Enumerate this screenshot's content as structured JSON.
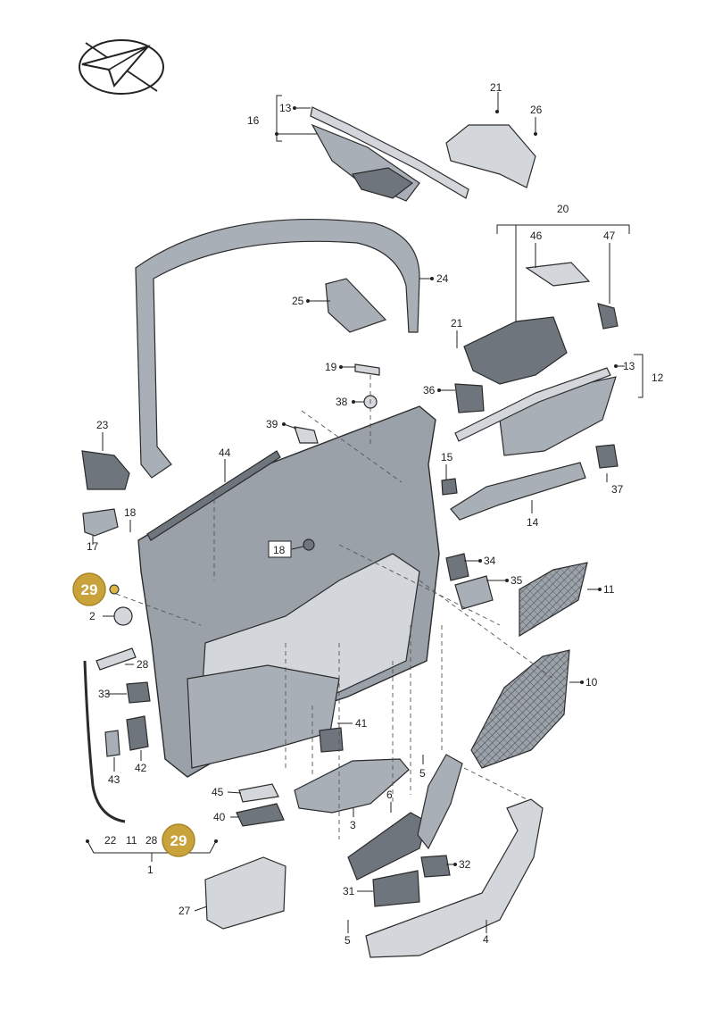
{
  "diagram": {
    "labels": {
      "l1": "1",
      "l2": "2",
      "l3": "3",
      "l4": "4",
      "l5a": "5",
      "l5b": "5",
      "l6": "6",
      "l10": "10",
      "l11a": "11",
      "l11b": "11",
      "l12": "12",
      "l13a": "13",
      "l13b": "13",
      "l14": "14",
      "l15": "15",
      "l16": "16",
      "l17": "17",
      "l18a": "18",
      "l18b": "18",
      "l19": "19",
      "l20": "20",
      "l21a": "21",
      "l21b": "21",
      "l22": "22",
      "l23": "23",
      "l24": "24",
      "l25": "25",
      "l26": "26",
      "l27": "27",
      "l28a": "28",
      "l28b": "28",
      "l31": "31",
      "l32": "32",
      "l33": "33",
      "l34": "34",
      "l35": "35",
      "l36": "36",
      "l37": "37",
      "l38": "38",
      "l39": "39",
      "l40": "40",
      "l41": "41",
      "l42": "42",
      "l43": "43",
      "l44": "44",
      "l45": "45",
      "l46": "46",
      "l47": "47"
    },
    "badges": {
      "top": "29",
      "bottom": "29"
    },
    "colors": {
      "badge": "#c8a23a",
      "badge_border": "#a98526",
      "part": "#a9afb6",
      "part_dark": "#6f757c",
      "part_light": "#d3d7db"
    }
  }
}
